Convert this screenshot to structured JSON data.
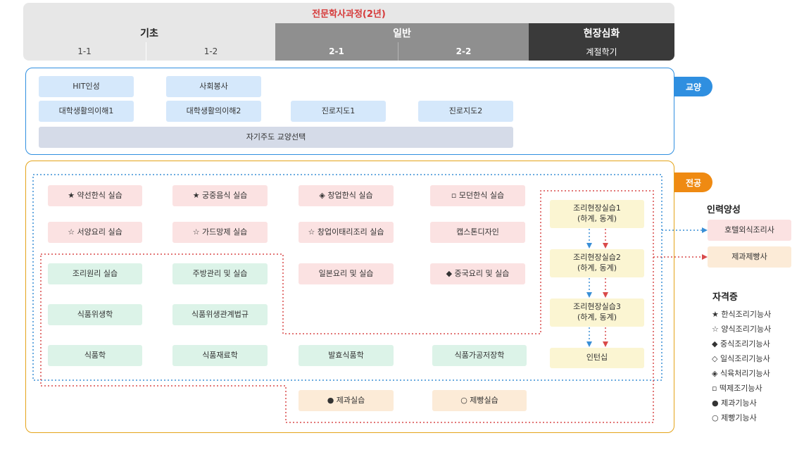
{
  "header": {
    "title": "전문학사과정(2년)",
    "phases": [
      "기초",
      "일반",
      "현장심화"
    ],
    "semesters": [
      "1-1",
      "1-2",
      "2-1",
      "2-2",
      "계절학기"
    ]
  },
  "liberal": {
    "label": "교양",
    "items": [
      "HIT인성",
      "사회봉사",
      "대학생활의이해1",
      "대학생활의이해2",
      "진로지도1",
      "진로지도2",
      "자기주도 교양선택"
    ]
  },
  "major": {
    "label": "전공",
    "items": [
      "★  약선한식 실습",
      "★   궁중음식 실습",
      "◈ 창업한식 실습",
      "▫  모던한식 실습",
      "☆  서양요리 실습",
      "☆   가드망제 실습",
      "☆ 창업이태리조리 실습",
      "캡스톤디자인",
      "조리원리 실습",
      "주방관리 및 실습",
      "일본요리 및 실습",
      "◆ 중국요리 및 실습",
      "식품위생학",
      "식품위생관계법규",
      "식품학",
      "식품재료학",
      "발효식품학",
      "식품가공저장학",
      "●   제과실습",
      "○  제빵실습"
    ],
    "field": [
      [
        "조리현장실습1",
        "(하계, 동계)"
      ],
      [
        "조리현장실습2",
        "(하계, 동계)"
      ],
      [
        "조리현장실습3",
        "(하계, 동계)"
      ],
      [
        "인턴십"
      ]
    ]
  },
  "outcomes": {
    "title": "인력양성",
    "items": [
      "호텔외식조리사",
      "제과제빵사"
    ]
  },
  "certifications": {
    "title": "자격증",
    "items": [
      "★ 한식조리기능사",
      "☆ 양식조리기능사",
      "◆ 중식조리기능사",
      "◇ 일식조리기능사",
      "◈ 식육처리기능사",
      "▫ 떡제조기능사",
      "● 제과기능사",
      "○  제빵기능사"
    ]
  },
  "colors": {
    "accent_red": "#d63b3b",
    "liberal_blue": "#2f8fe0",
    "major_orange": "#ef8a12",
    "dark": "#3a3a3a",
    "mid_grey": "#8f8f8f"
  }
}
